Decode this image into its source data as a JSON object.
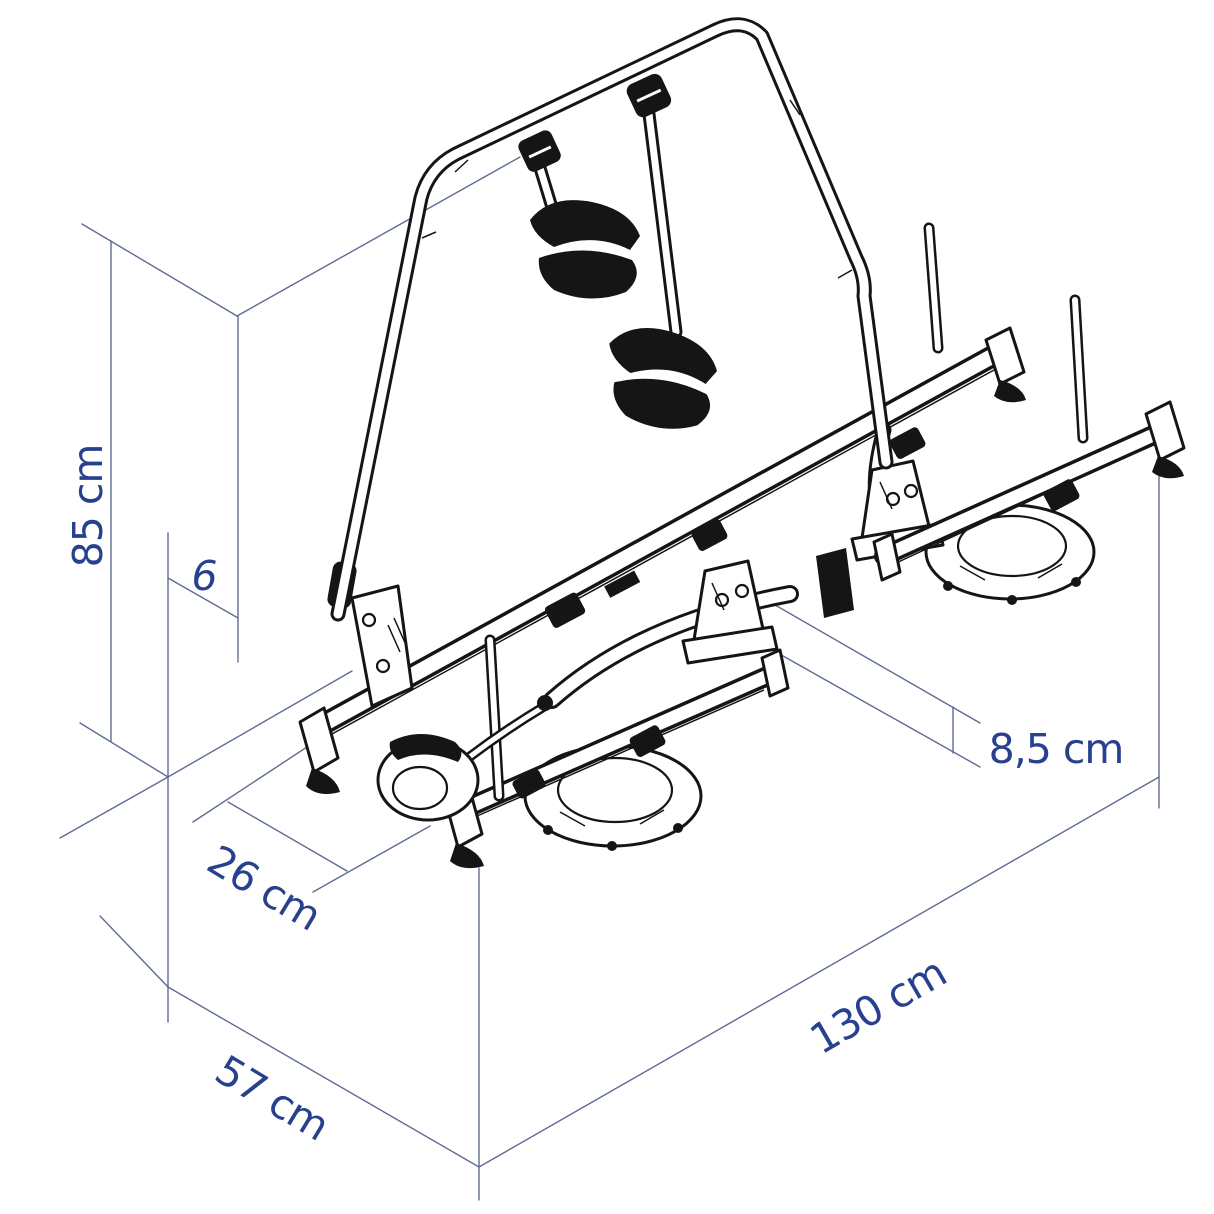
{
  "dimension_labels": {
    "height": "85 cm",
    "rail_offset": "6",
    "drop": "8,5 cm",
    "front_offset": "26 cm",
    "width": "130 cm",
    "depth": "57 cm"
  },
  "colors": {
    "label_text": "#27418e",
    "dimension_line": "#5f6c93",
    "artwork_line": "#151515",
    "background": "#ffffff"
  }
}
